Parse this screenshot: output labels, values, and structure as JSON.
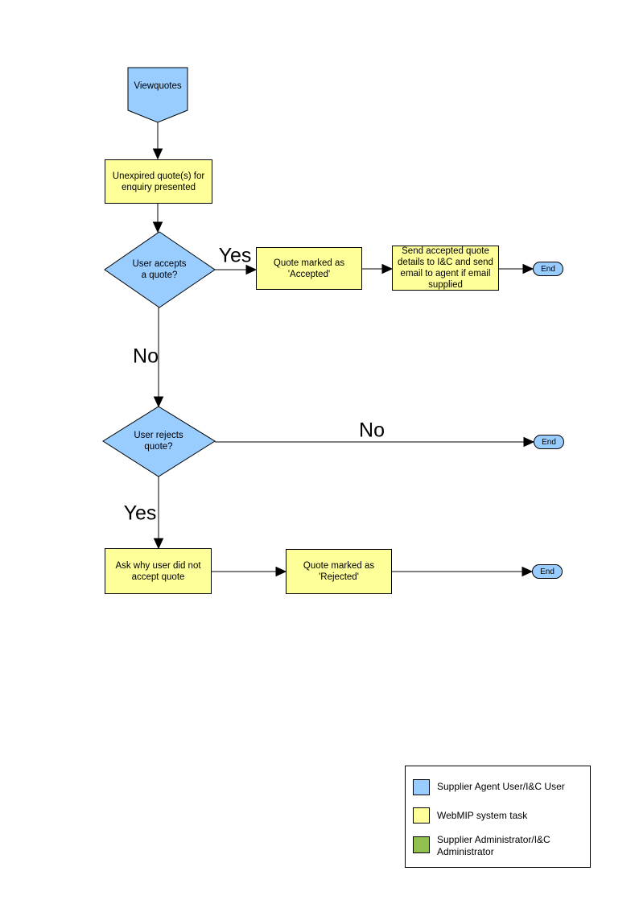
{
  "page": {
    "background": "#FFFFFF"
  },
  "colors": {
    "actor_blue": "#99CCFF",
    "system_task_yellow": "#FFFF99",
    "admin_green": "#92C050",
    "line_black": "#000000"
  },
  "flowchart": {
    "start": {
      "label": "Viewquotes"
    },
    "steps": {
      "unexpired": {
        "label": "Unexpired quote(s) for\nenquiry presented"
      },
      "marked_accepted": {
        "label": "Quote  marked as\n'Accepted'"
      },
      "send_details": {
        "label": "Send accepted quote\ndetails to I&C and send\nemail to agent if email\nsupplied"
      },
      "ask_why": {
        "label": "Ask why user did not\naccept quote"
      },
      "marked_rejected": {
        "label": "Quote  marked as\n'Rejected'"
      }
    },
    "decisions": {
      "user_accepts": {
        "label": "User accepts\na quote?"
      },
      "user_rejects": {
        "label": "User rejects\nquote?"
      }
    },
    "terminators": {
      "end_accepted": "End",
      "end_not_rejected": "End",
      "end_rejected": "End"
    },
    "edge_labels": {
      "accept_yes": "Yes",
      "accept_no": "No",
      "reject_no": "No",
      "reject_yes": "Yes"
    }
  },
  "legend": {
    "items": [
      {
        "swatch_color": "#99CCFF",
        "label": "Supplier Agent User/I&C User"
      },
      {
        "swatch_color": "#FFFF99",
        "label": "WebMIP system task"
      },
      {
        "swatch_color": "#92C050",
        "label": "Supplier Administrator/I&C Administrator"
      }
    ]
  }
}
